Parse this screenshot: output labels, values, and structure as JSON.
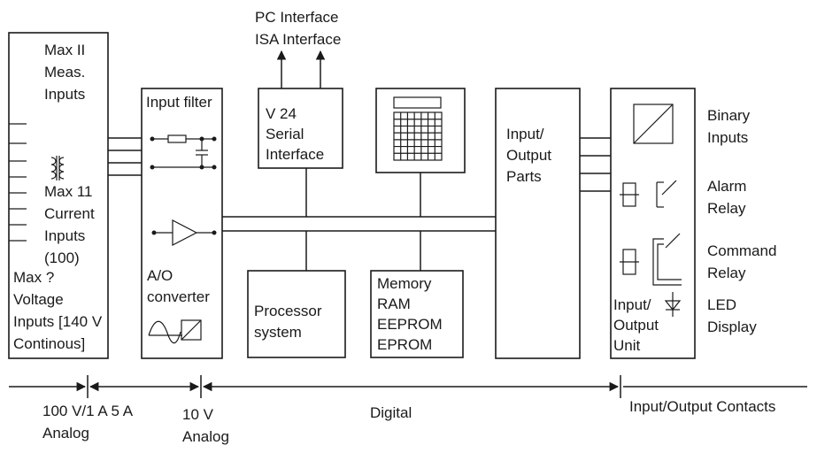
{
  "top_labels": [
    "PC Interface",
    "ISA Interface"
  ],
  "meas_block": {
    "top_lines": [
      "Max II",
      "Meas.",
      "Inputs"
    ],
    "current_lines": [
      "Max 11",
      "Current",
      "Inputs",
      "(100)"
    ],
    "voltage_lines": [
      "Max ?",
      "Voltage",
      "Inputs [140 V",
      "Continous]"
    ]
  },
  "filter_block": {
    "top": "Input filter",
    "bottom_lines": [
      "A/O",
      "converter"
    ]
  },
  "serial_block": {
    "lines": [
      "V 24",
      "Serial",
      "Interface"
    ]
  },
  "processor_block": {
    "lines": [
      "Processor",
      "system"
    ]
  },
  "memory_block": {
    "lines": [
      "Memory",
      "RAM",
      "EEPROM",
      "EPROM"
    ]
  },
  "io_parts_block": {
    "lines": [
      "Input/",
      "Output",
      "Parts"
    ]
  },
  "io_unit_block": {
    "lines": [
      "Input/",
      "Output",
      "Unit"
    ]
  },
  "right_labels": {
    "binary": [
      "Binary",
      "Inputs"
    ],
    "alarm": [
      "Alarm",
      "Relay"
    ],
    "command": [
      "Command",
      "Relay"
    ],
    "led": [
      "LED",
      "Display"
    ]
  },
  "scale": {
    "seg1": [
      "100 V/1 A 5 A",
      "Analog"
    ],
    "seg2": [
      "10 V",
      "Analog"
    ],
    "seg3": "Digital",
    "seg4": "Input/Output Contacts"
  }
}
